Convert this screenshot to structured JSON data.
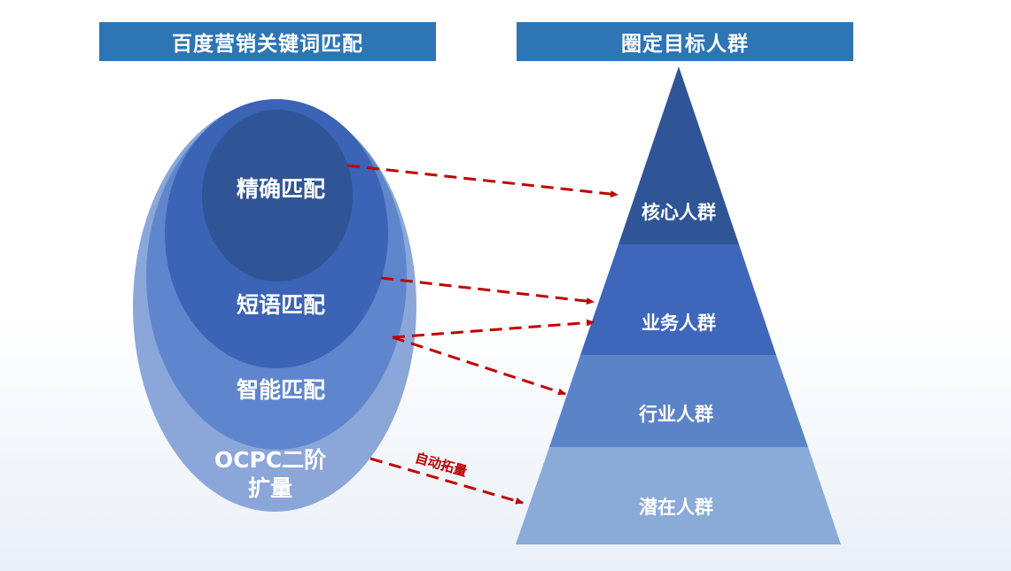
{
  "headers": {
    "left": "百度营销关键词匹配",
    "right": "圈定目标人群"
  },
  "match_types": {
    "exact": "精确匹配",
    "phrase": "短语匹配",
    "smart": "智能匹配",
    "ocpc_line1": "OCPC二阶",
    "ocpc_line2": "扩量"
  },
  "audience_tiers": {
    "core": "核心人群",
    "business": "业务人群",
    "industry": "行业人群",
    "potential": "潜在人群"
  },
  "arrow_label": "自动拓量",
  "colors": {
    "header": "#2e75b6",
    "tier_core": "#2f5597",
    "tier_business": "#3e66bb",
    "tier_industry": "#5b83c8",
    "tier_potential": "#8aaad8",
    "arrow": "#c00000"
  }
}
